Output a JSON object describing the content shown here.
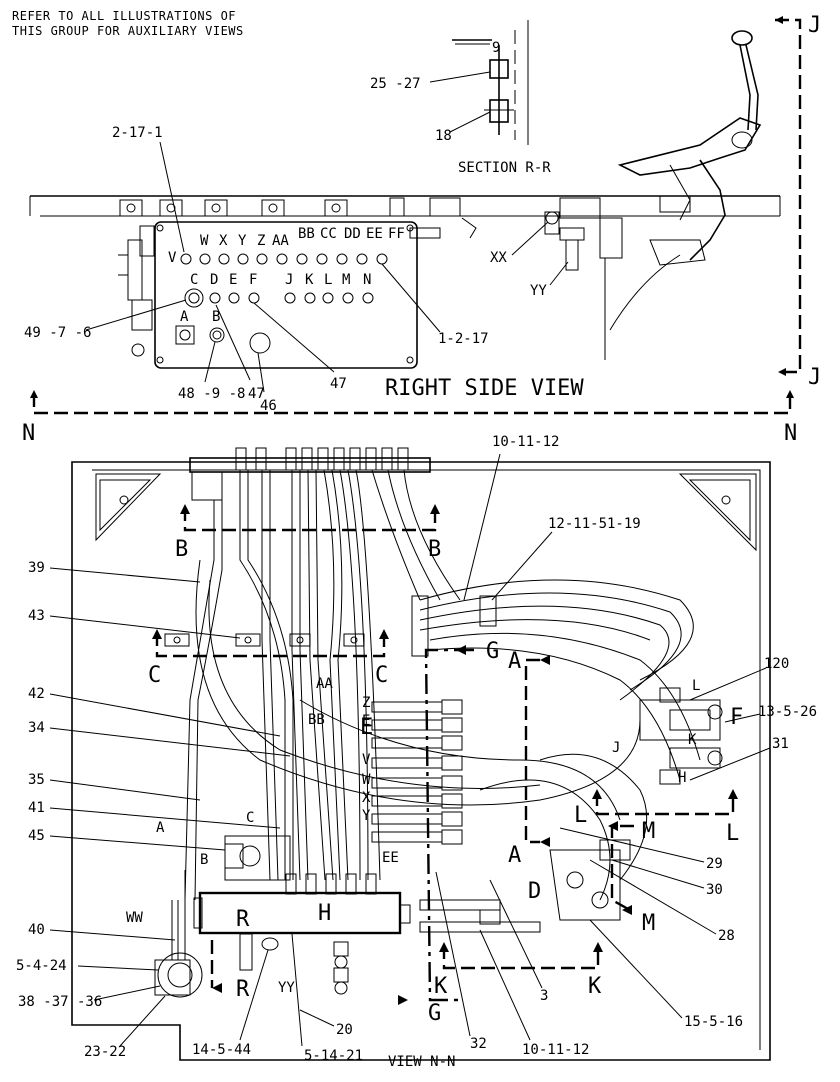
{
  "note": [
    "REFER TO ALL ILLUSTRATIONS OF",
    "THIS GROUP FOR AUXILIARY VIEWS"
  ],
  "top_view": {
    "section_title": "SECTION R-R",
    "view_title": "RIGHT SIDE VIEW",
    "section_callouts": [
      "25 -27",
      "18",
      "9"
    ],
    "callouts": [
      "2-17-1",
      "49 -7 -6",
      "48 -9 -8",
      "47",
      "46",
      "47",
      "1-2-17",
      "XX",
      "YY"
    ],
    "port_row1": [
      "V",
      "W",
      "X",
      "Y",
      "Z",
      "AA",
      "BB",
      "CC",
      "DD",
      "EE",
      "FF"
    ],
    "port_row2": [
      "C",
      "D",
      "E",
      "F",
      "J",
      "K",
      "L",
      "M",
      "N"
    ],
    "port_row3": [
      "A",
      "B"
    ],
    "section_marks": [
      "J",
      "J",
      "N",
      "N"
    ]
  },
  "bottom_view": {
    "view_title": "VIEW  N-N",
    "section_marks": [
      "B",
      "B",
      "C",
      "C",
      "G",
      "G",
      "A",
      "A",
      "K",
      "K",
      "L",
      "L",
      "M",
      "M",
      "R",
      "R",
      "E",
      "F",
      "D",
      "H"
    ],
    "callouts_left": [
      "39",
      "43",
      "42",
      "34",
      "35",
      "41",
      "45",
      "40",
      "5-4-24",
      "38 -37 -36",
      "23-22"
    ],
    "callouts_right": [
      "10-11-12",
      "12-11-51-19",
      "120",
      "13-5-26",
      "31",
      "29",
      "30",
      "28",
      "15-5-16",
      "3",
      "10-11-12"
    ],
    "callouts_bottom": [
      "14-5-44",
      "5-14-21",
      "20",
      "32"
    ],
    "hose_labels": [
      "AA",
      "BB",
      "Z",
      "E",
      "V",
      "W",
      "X",
      "Y",
      "C",
      "A",
      "B",
      "EE",
      "WW",
      "YY",
      "L",
      "K",
      "H",
      "J"
    ]
  }
}
